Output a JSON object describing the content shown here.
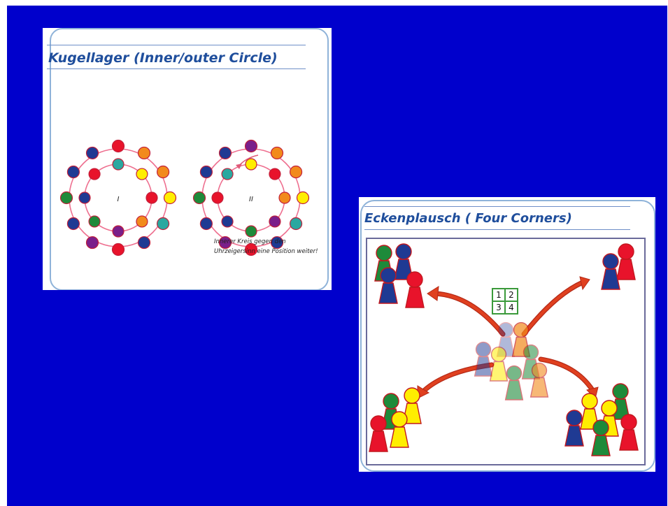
{
  "slide": {
    "background": "#0000cc"
  },
  "card_left": {
    "title": "Kugellager (Inner/outer Circle)",
    "label_1": "I",
    "label_2": "II",
    "caption_line1": "Innerer Kreis gegen den",
    "caption_line2": "Uhrzeigersinn eine Position weiter!"
  },
  "card_right": {
    "title": "Eckenplausch ( Four Corners)",
    "corners": [
      "1",
      "2",
      "3",
      "4"
    ]
  },
  "colors": {
    "ring": "#ee6f8f",
    "red": "#e8132b",
    "navy": "#1f3a93",
    "green": "#1e8a3a",
    "yellow": "#ffee00",
    "orange": "#f28a1c",
    "teal": "#2aa8a0",
    "purple": "#7a1f8a",
    "arrow": "#e0401f"
  }
}
